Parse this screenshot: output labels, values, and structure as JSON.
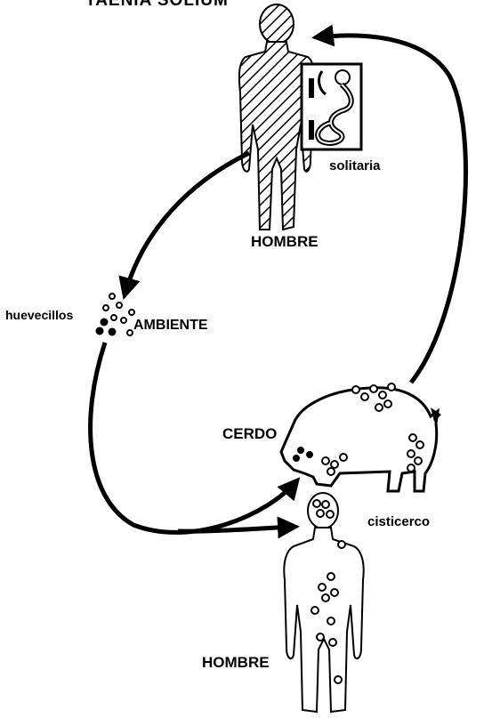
{
  "diagram": {
    "title": "TAENIA  SOLIUM",
    "labels": {
      "solitaria": "solitaria",
      "hombre_top": "HOMBRE",
      "huevecillos": "huevecillos",
      "ambiente": "AMBIENTE",
      "cerdo": "CERDO",
      "cisticerco": "cisticerco",
      "hombre_bottom": "HOMBRE"
    }
  },
  "colors": {
    "ink": "#000000",
    "paper": "#ffffff"
  }
}
